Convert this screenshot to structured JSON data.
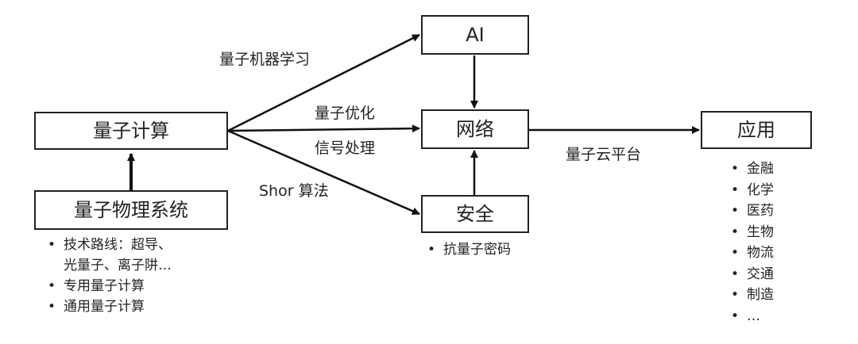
{
  "nodes": {
    "ai": "AI",
    "quantum_computing": "量子计算",
    "network": "网络",
    "application": "应用",
    "quantum_physical_system": "量子物理系统",
    "security": "安全"
  },
  "edges": {
    "quantum_ml": "量子机器学习",
    "quantum_optimization": "量子优化",
    "signal_processing": "信号处理",
    "shor": "Shor 算法",
    "quantum_cloud": "量子云平台"
  },
  "lists": {
    "physical_system": [
      "技术路线：超导、",
      "光量子、离子阱…",
      "专用量子计算",
      "通用量子计算"
    ],
    "security": [
      "抗量子密码"
    ],
    "applications": [
      "金融",
      "化学",
      "医药",
      "生物",
      "物流",
      "交通",
      "制造",
      "…"
    ]
  }
}
